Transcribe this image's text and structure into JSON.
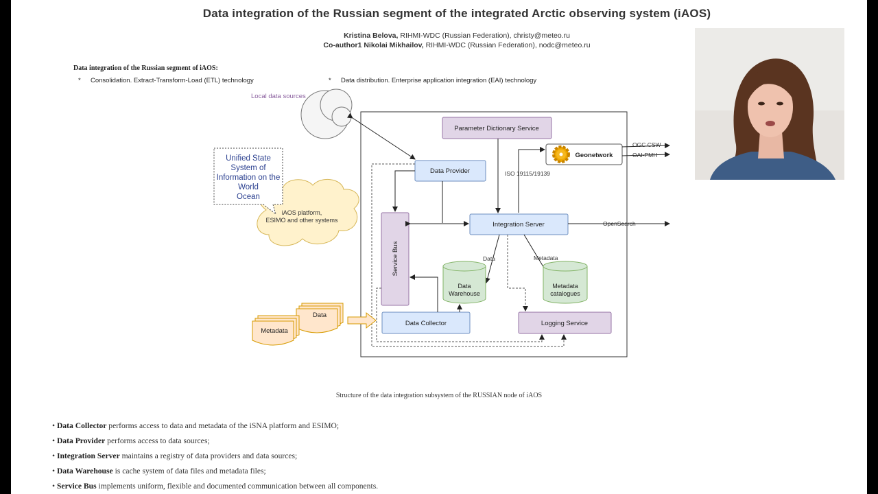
{
  "slide": {
    "title": "Data integration of the Russian segment of the integrated Arctic  observing system (iAOS)",
    "authors": [
      {
        "name": "Kristina Belova,",
        "affil": " RIHMI-WDC (Russian Federation), christy@meteo.ru"
      },
      {
        "name": "Co-author1 Nikolai Mikhailov,",
        "affil": " RIHMI-WDC (Russian Federation), nodc@meteo.ru"
      }
    ],
    "section_heading": "Data integration of the Russian segment of iAOS:",
    "bullets": [
      {
        "marker": "*",
        "text": "Consolidation. Extract-Transform-Load (ETL) technology"
      },
      {
        "marker": "*",
        "text": "Data distribution. Enterprise application integration (EAI) technology"
      }
    ],
    "caption": "Structure of the data integration subsystem of the RUSSIAN node of iAOS",
    "descriptions": [
      {
        "term": "Data Collector",
        "text": " performs access to data and metadata of the iSNA platform and ESIMO;"
      },
      {
        "term": "Data Provider",
        "text": " performs access to data sources;"
      },
      {
        "term": "Integration Server",
        "text": " maintains a registry of data providers and data sources;"
      },
      {
        "term": "Data Warehouse",
        "text": " is  cache system of data files and metadata files;"
      },
      {
        "term": "Service Bus",
        "text": " implements uniform, flexible and documented communication between all components."
      }
    ],
    "bullet_glyph": "•"
  },
  "diagram": {
    "local_sources": "Local data sources",
    "unified_state": [
      "Unified State",
      "System of",
      "Information on the",
      "World",
      "Ocean"
    ],
    "iaos_cloud": [
      "iAOS platform,",
      "ESIMO and other systems"
    ],
    "param_dict": "Parameter Dictionary Service",
    "geonetwork": "Geonetwork",
    "ogc_csw": "OGC CSW",
    "oai_pmh": "OAI-PMH",
    "data_provider": "Data Provider",
    "iso": "ISO 19115/19139",
    "service_bus": "Service Bus",
    "integration_server": "Integration Server",
    "opensearch": "OpenSearch",
    "data_label": "Data",
    "metadata_label": "Metadata",
    "data_warehouse": [
      "Data",
      "Warehouse"
    ],
    "metadata_catalogues": [
      "Metadata",
      "catalogues"
    ],
    "data_docs": "Data",
    "metadata_docs": "Metadata",
    "data_collector": "Data Collector",
    "logging_service": "Logging Service"
  },
  "colors": {
    "purple_fill": "#e1d5e7",
    "purple_stroke": "#9673a6",
    "blue_fill": "#dae8fc",
    "blue_stroke": "#6c8ebf",
    "green_fill": "#d5e8d4",
    "green_stroke": "#82b366",
    "orange_fill": "#ffe6cc",
    "orange_stroke": "#d79b00",
    "cloud_fill": "#fff2cc",
    "cloud_stroke": "#d6b656"
  },
  "video": {
    "subject": "presenter-webcam"
  }
}
